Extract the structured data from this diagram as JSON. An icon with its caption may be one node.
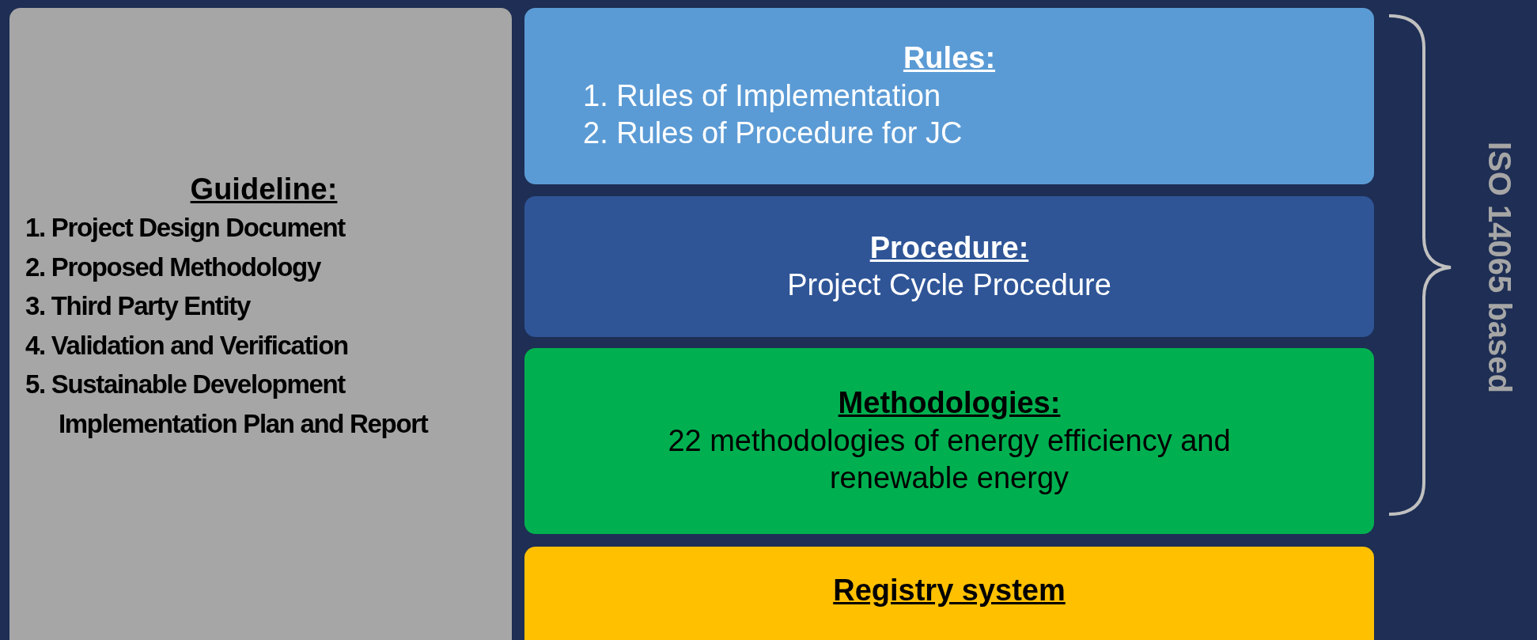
{
  "diagram": {
    "nodes": [
      {
        "text": [
          "Guideline:",
          "1. Project Design Document",
          "2. Proposed Methodology",
          "3. Third Party Entity",
          "4. Validation and Verification",
          "5. Sustainable Development Implementation Plan and Report"
        ]
      },
      {
        "text": [
          "Rules:",
          "1. Rules of Implementation",
          "2. Rules of Procedure for JC"
        ]
      },
      {
        "text": [
          "Procedure:",
          "Project Cycle Procedure"
        ]
      },
      {
        "text": [
          "Methodologies:",
          "22 methodologies of energy efficiency and renewable energy"
        ]
      },
      {
        "text": [
          "Registry system"
        ]
      }
    ],
    "labels": [
      "ISO 14065 based"
    ]
  }
}
